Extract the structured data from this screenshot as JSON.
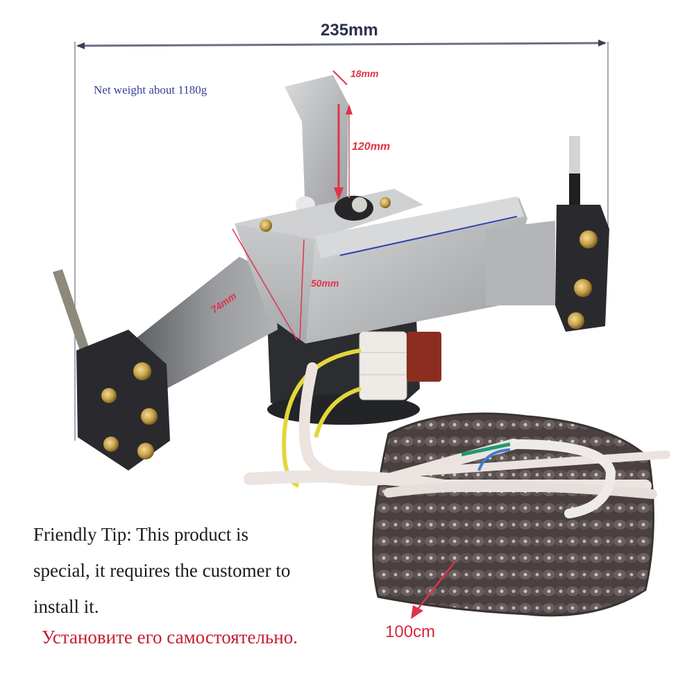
{
  "dimensions": {
    "width": "235mm",
    "bracket_width": "18mm",
    "bracket_height": "120mm",
    "body_height": "50mm",
    "arm_length": "74mm",
    "chain_length": "100cm"
  },
  "weight_label": "Net weight about 1180g",
  "tip": {
    "line1": "Friendly Tip: This product is",
    "line2": "special, it requires the customer to",
    "line3": "install it.",
    "russian": "Установите его самостоятельно."
  },
  "colors": {
    "dimension_dark": "#2b2f4f",
    "weight_text": "#3b3e9a",
    "annotation_red": "#e0334a",
    "tip_text": "#1e1a1a",
    "russian_text": "#c41f30",
    "steel": "#bfc1c3",
    "switch_black": "#2a2a2e",
    "chain_brown": "#4a4040"
  }
}
